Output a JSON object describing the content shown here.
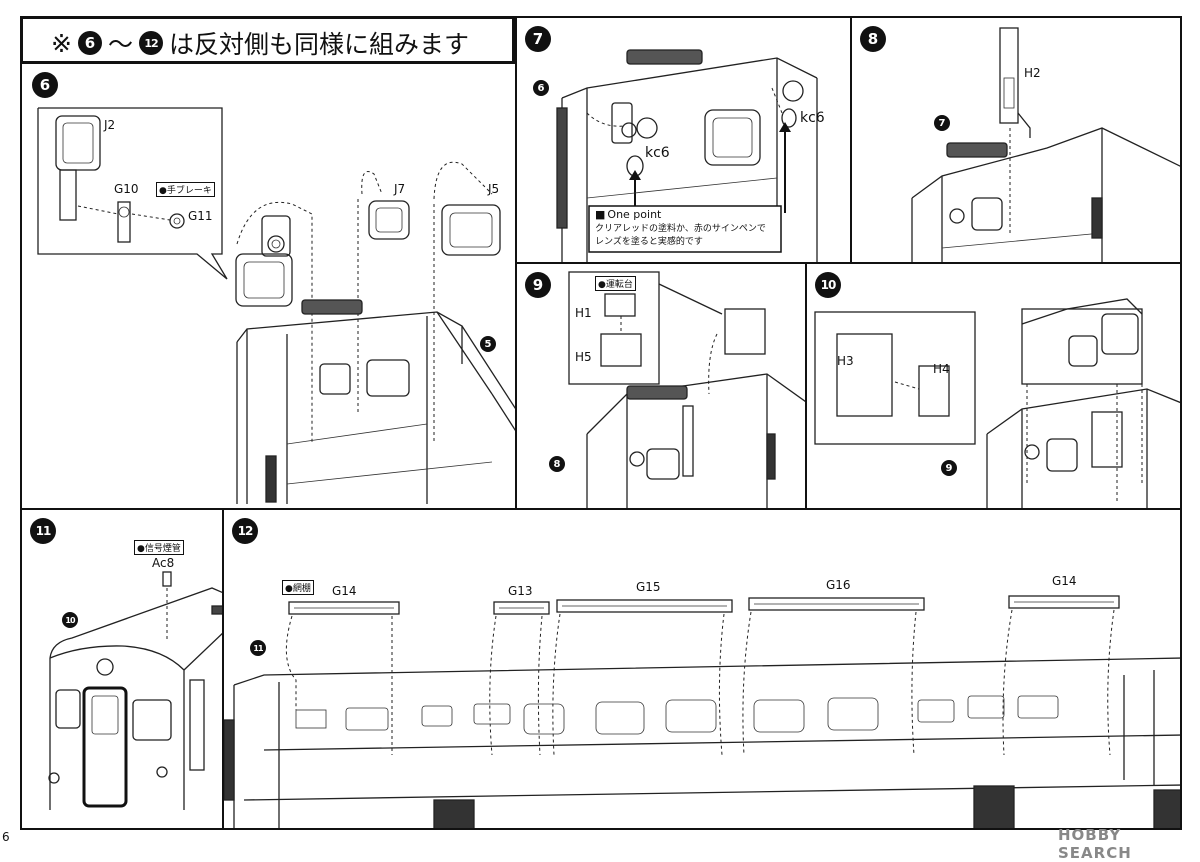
{
  "header": {
    "note": "※",
    "step_from": "6",
    "wave": "〜",
    "step_to": "12",
    "text": "は反対側も同様に組みます"
  },
  "page_number": "6",
  "watermark": "HOBBY SEARCH",
  "steps": {
    "s6": {
      "number": "6",
      "parts": {
        "j2": "J2",
        "g10": "G10",
        "g11": "G11",
        "j7": "J7",
        "j5": "J5"
      },
      "tag": "●手ブレーキ",
      "ref": "5"
    },
    "s7": {
      "number": "7",
      "ref": "6",
      "part_left": "kc6",
      "part_right": "kc6",
      "onepoint_title": "One point",
      "onepoint_bullet": "■",
      "onepoint_line1": "クリアレッドの塗料か、赤のサインペンで",
      "onepoint_line2": "レンズを塗ると実感的です"
    },
    "s8": {
      "number": "8",
      "part": "H2",
      "ref": "7"
    },
    "s9": {
      "number": "9",
      "tag": "●運転台",
      "part_h1": "H1",
      "part_h5": "H5",
      "ref": "8"
    },
    "s10": {
      "number": "10",
      "part_h3": "H3",
      "part_h4": "H4",
      "ref": "9"
    },
    "s11": {
      "number": "11",
      "tag": "●信号煙管",
      "part": "Ac8",
      "ref": "10"
    },
    "s12": {
      "number": "12",
      "tag": "●網棚",
      "ref": "11",
      "parts": [
        "G14",
        "G13",
        "G15",
        "G16",
        "G14"
      ]
    }
  }
}
